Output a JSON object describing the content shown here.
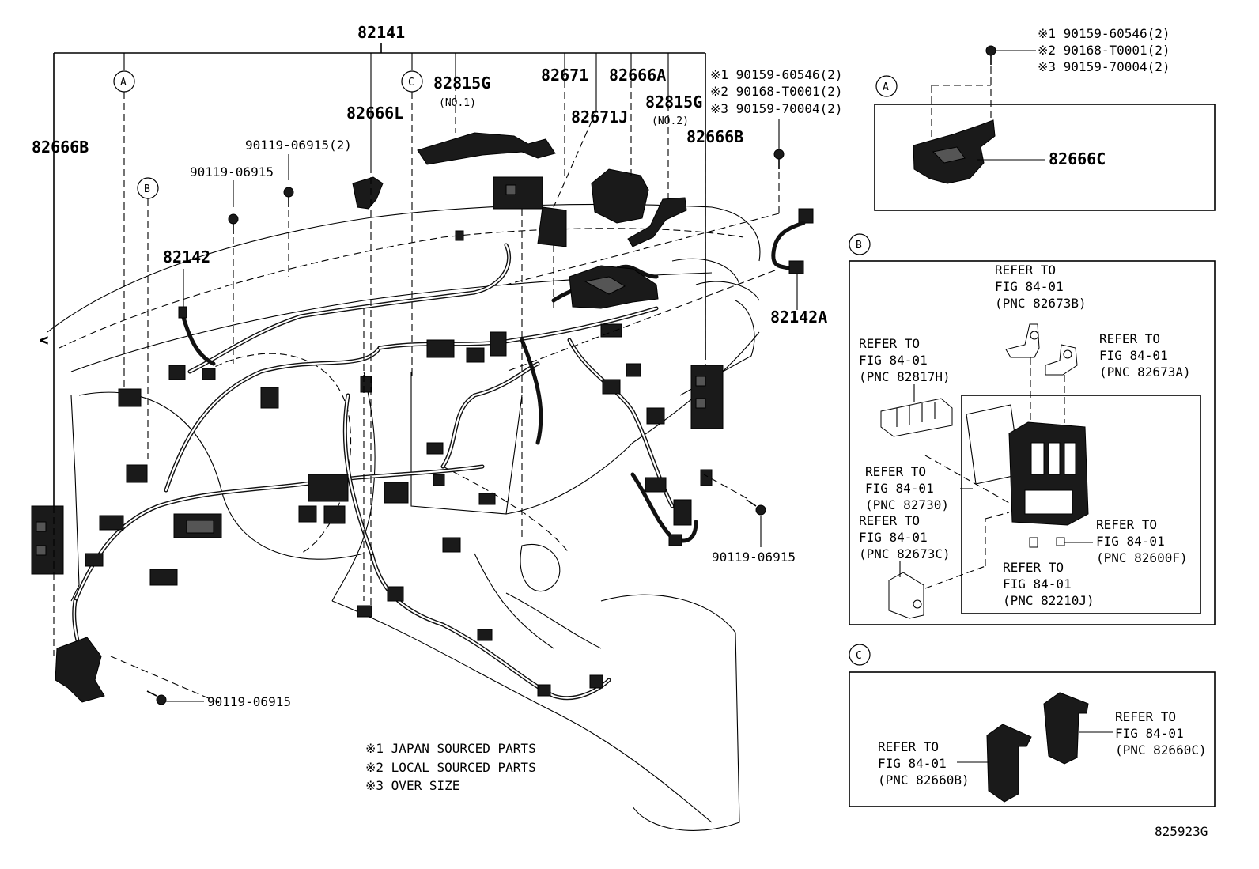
{
  "labels": {
    "p82141": "82141",
    "p82666B_left": "82666B",
    "p82666B_right": "82666B",
    "p82666L": "82666L",
    "p82815G_1": "82815G",
    "p82815G_1_sub": "(NO.1)",
    "p82815G_2": "82815G",
    "p82815G_2_sub": "(NO.2)",
    "p82671": "82671",
    "p82671J": "82671J",
    "p82666A": "82666A",
    "p82142": "82142",
    "p82142A": "82142A",
    "p82666C": "82666C",
    "bolt_a": "90119-06915(2)",
    "bolt_b": "90119-06915",
    "bolt_c": "90119-06915",
    "bolt_d": "90119-06915",
    "callout_a": "A",
    "callout_b": "B",
    "callout_c": "C"
  },
  "bolt_notes_center": [
    "※1 90159-60546(2)",
    "※2 90168-T0001(2)",
    "※3 90159-70004(2)"
  ],
  "bolt_notes_top": [
    "※1 90159-60546(2)",
    "※2 90168-T0001(2)",
    "※3 90159-70004(2)"
  ],
  "legend": [
    "※1  JAPAN SOURCED PARTS",
    "※2  LOCAL SOURCED PARTS",
    "※3  OVER SIZE"
  ],
  "refs_b": {
    "r82673B": [
      "REFER TO",
      "FIG 84-01",
      "(PNC 82673B)"
    ],
    "r82673A": [
      "REFER TO",
      "FIG 84-01",
      "(PNC 82673A)"
    ],
    "r82817H": [
      "REFER TO",
      "FIG 84-01",
      "(PNC 82817H)"
    ],
    "r82730": [
      "REFER TO",
      "FIG 84-01",
      "(PNC 82730)"
    ],
    "r82673C": [
      "REFER TO",
      "FIG 84-01",
      "(PNC 82673C)"
    ],
    "r82600F": [
      "REFER TO",
      "FIG 84-01",
      "(PNC 82600F)"
    ],
    "r82210J": [
      "REFER TO",
      "FIG 84-01",
      "(PNC 82210J)"
    ]
  },
  "refs_c": {
    "r82660B": [
      "REFER TO",
      "FIG 84-01",
      "(PNC 82660B)"
    ],
    "r82660C": [
      "REFER TO",
      "FIG 84-01",
      "(PNC 82660C)"
    ]
  },
  "figure_id": "825923G"
}
